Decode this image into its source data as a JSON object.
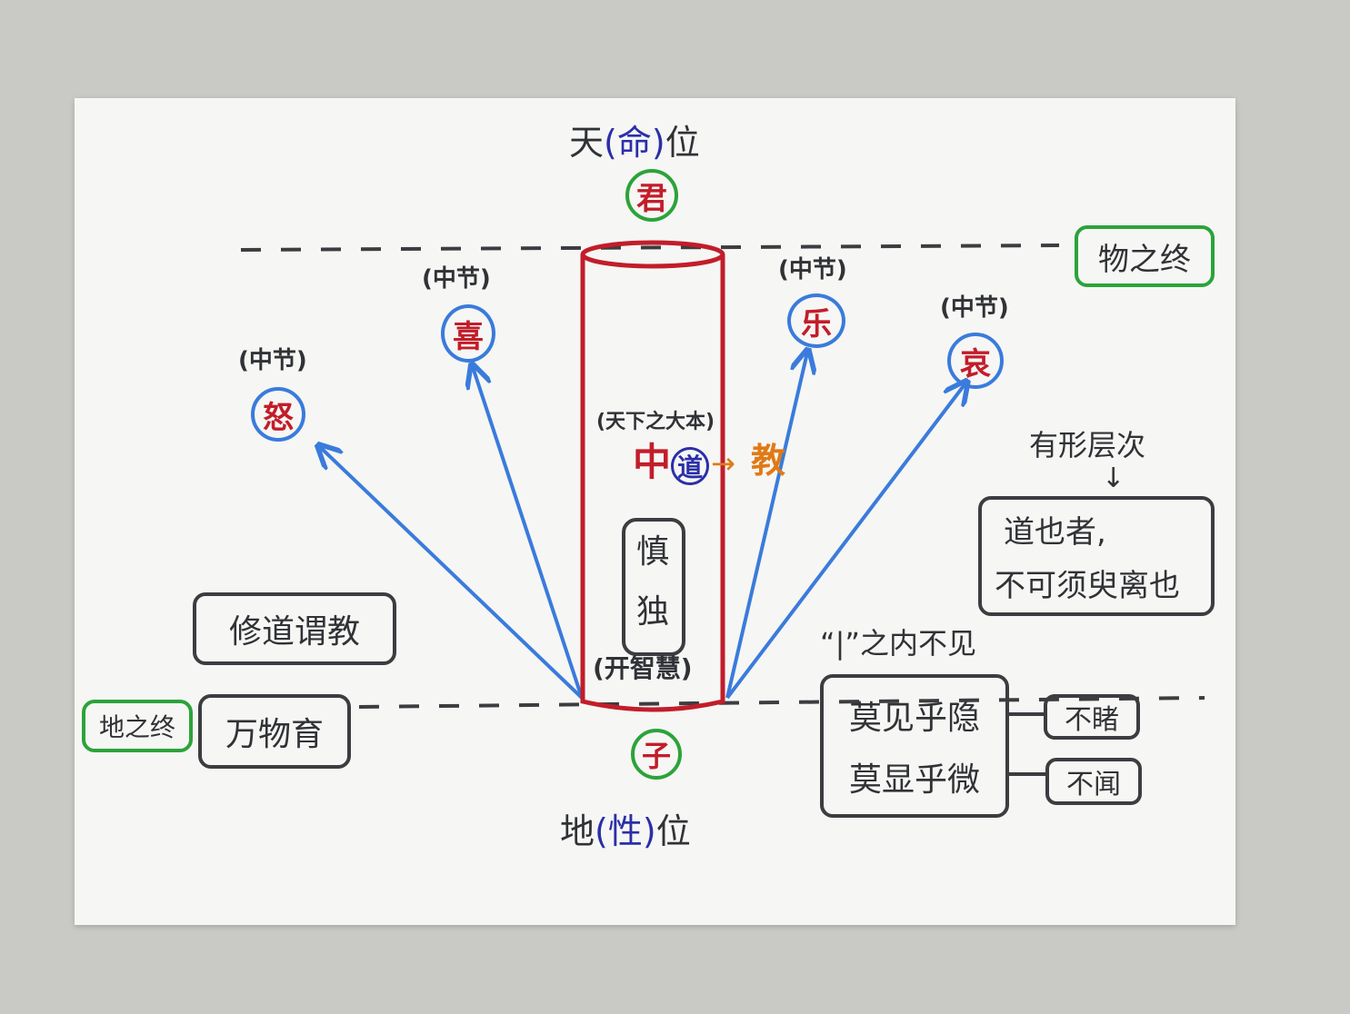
{
  "top": {
    "heaven_prefix": "天",
    "heaven_paren_open": "(",
    "heaven_middle": "命",
    "heaven_paren_close": ")",
    "heaven_suffix": "位",
    "top_circle": "君"
  },
  "bottom": {
    "earth_prefix": "地",
    "earth_paren_open": "(",
    "earth_middle": "性",
    "earth_paren_close": ")",
    "earth_suffix": "位",
    "bottom_circle": "子"
  },
  "emotions": [
    {
      "label": "(中节)",
      "char": "怒"
    },
    {
      "label": "(中节)",
      "char": "喜"
    },
    {
      "label": "(中节)",
      "char": "乐"
    },
    {
      "label": "(中节)",
      "char": "哀"
    }
  ],
  "pillar": {
    "great_root": "(天下之大本)",
    "zhong": "中",
    "dao": "道",
    "arrow": "→",
    "jiao": "教",
    "shendu_1": "慎",
    "shendu_2": "独",
    "wisdom": "(开智慧)"
  },
  "right_top_box": "物之终",
  "left_bottom_box": "地之终",
  "xiudao_box": "修道谓教",
  "wanwu_box": "万物育",
  "tangible": {
    "label": "有形层次",
    "arrow": "↓",
    "line1": "道也者,",
    "line2": "不可须臾离也"
  },
  "inner": {
    "label": "“|”之内不见",
    "line1": "莫见乎隐",
    "line2": "莫显乎微",
    "side1": "不睹",
    "side2": "不闻"
  },
  "colors": {
    "red": "#c21d2a",
    "blue": "#3a7bdc",
    "green": "#2ca33a",
    "orange": "#e07a16",
    "ink": "#303236"
  }
}
